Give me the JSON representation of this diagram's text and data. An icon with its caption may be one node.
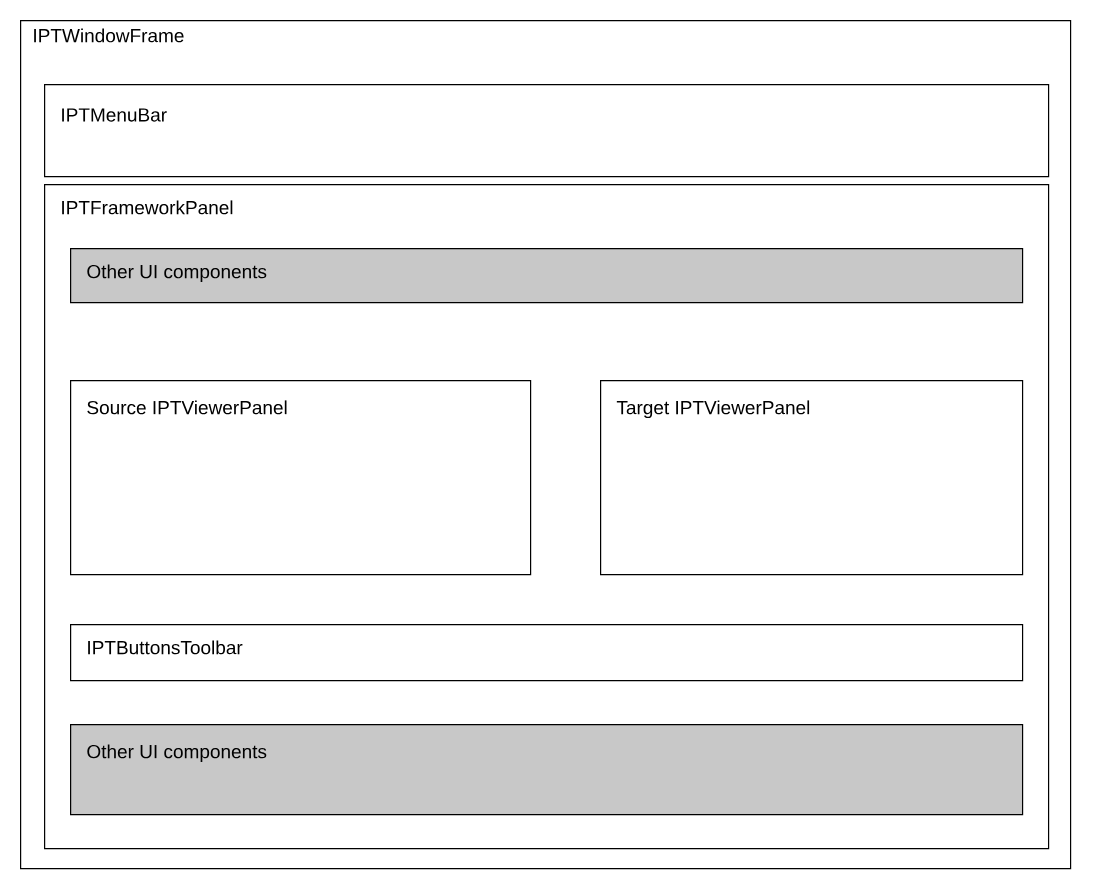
{
  "diagram": {
    "nodes": [
      {
        "text": [
          "IPTWindowFrame"
        ]
      },
      {
        "text": [
          "IPTMenuBar"
        ],
        "in": 0
      },
      {
        "text": [
          "IPTFrameworkPanel"
        ],
        "in": 0
      },
      {
        "text": [
          "Other UI components"
        ],
        "in": 2
      },
      {
        "text": [
          "Source IPTViewerPanel"
        ],
        "in": 2
      },
      {
        "text": [
          "Target IPTViewerPanel"
        ],
        "in": 2
      },
      {
        "text": [
          "IPTButtonsToolbar"
        ],
        "in": 2
      },
      {
        "text": [
          "Other UI components"
        ],
        "in": 2
      }
    ]
  }
}
